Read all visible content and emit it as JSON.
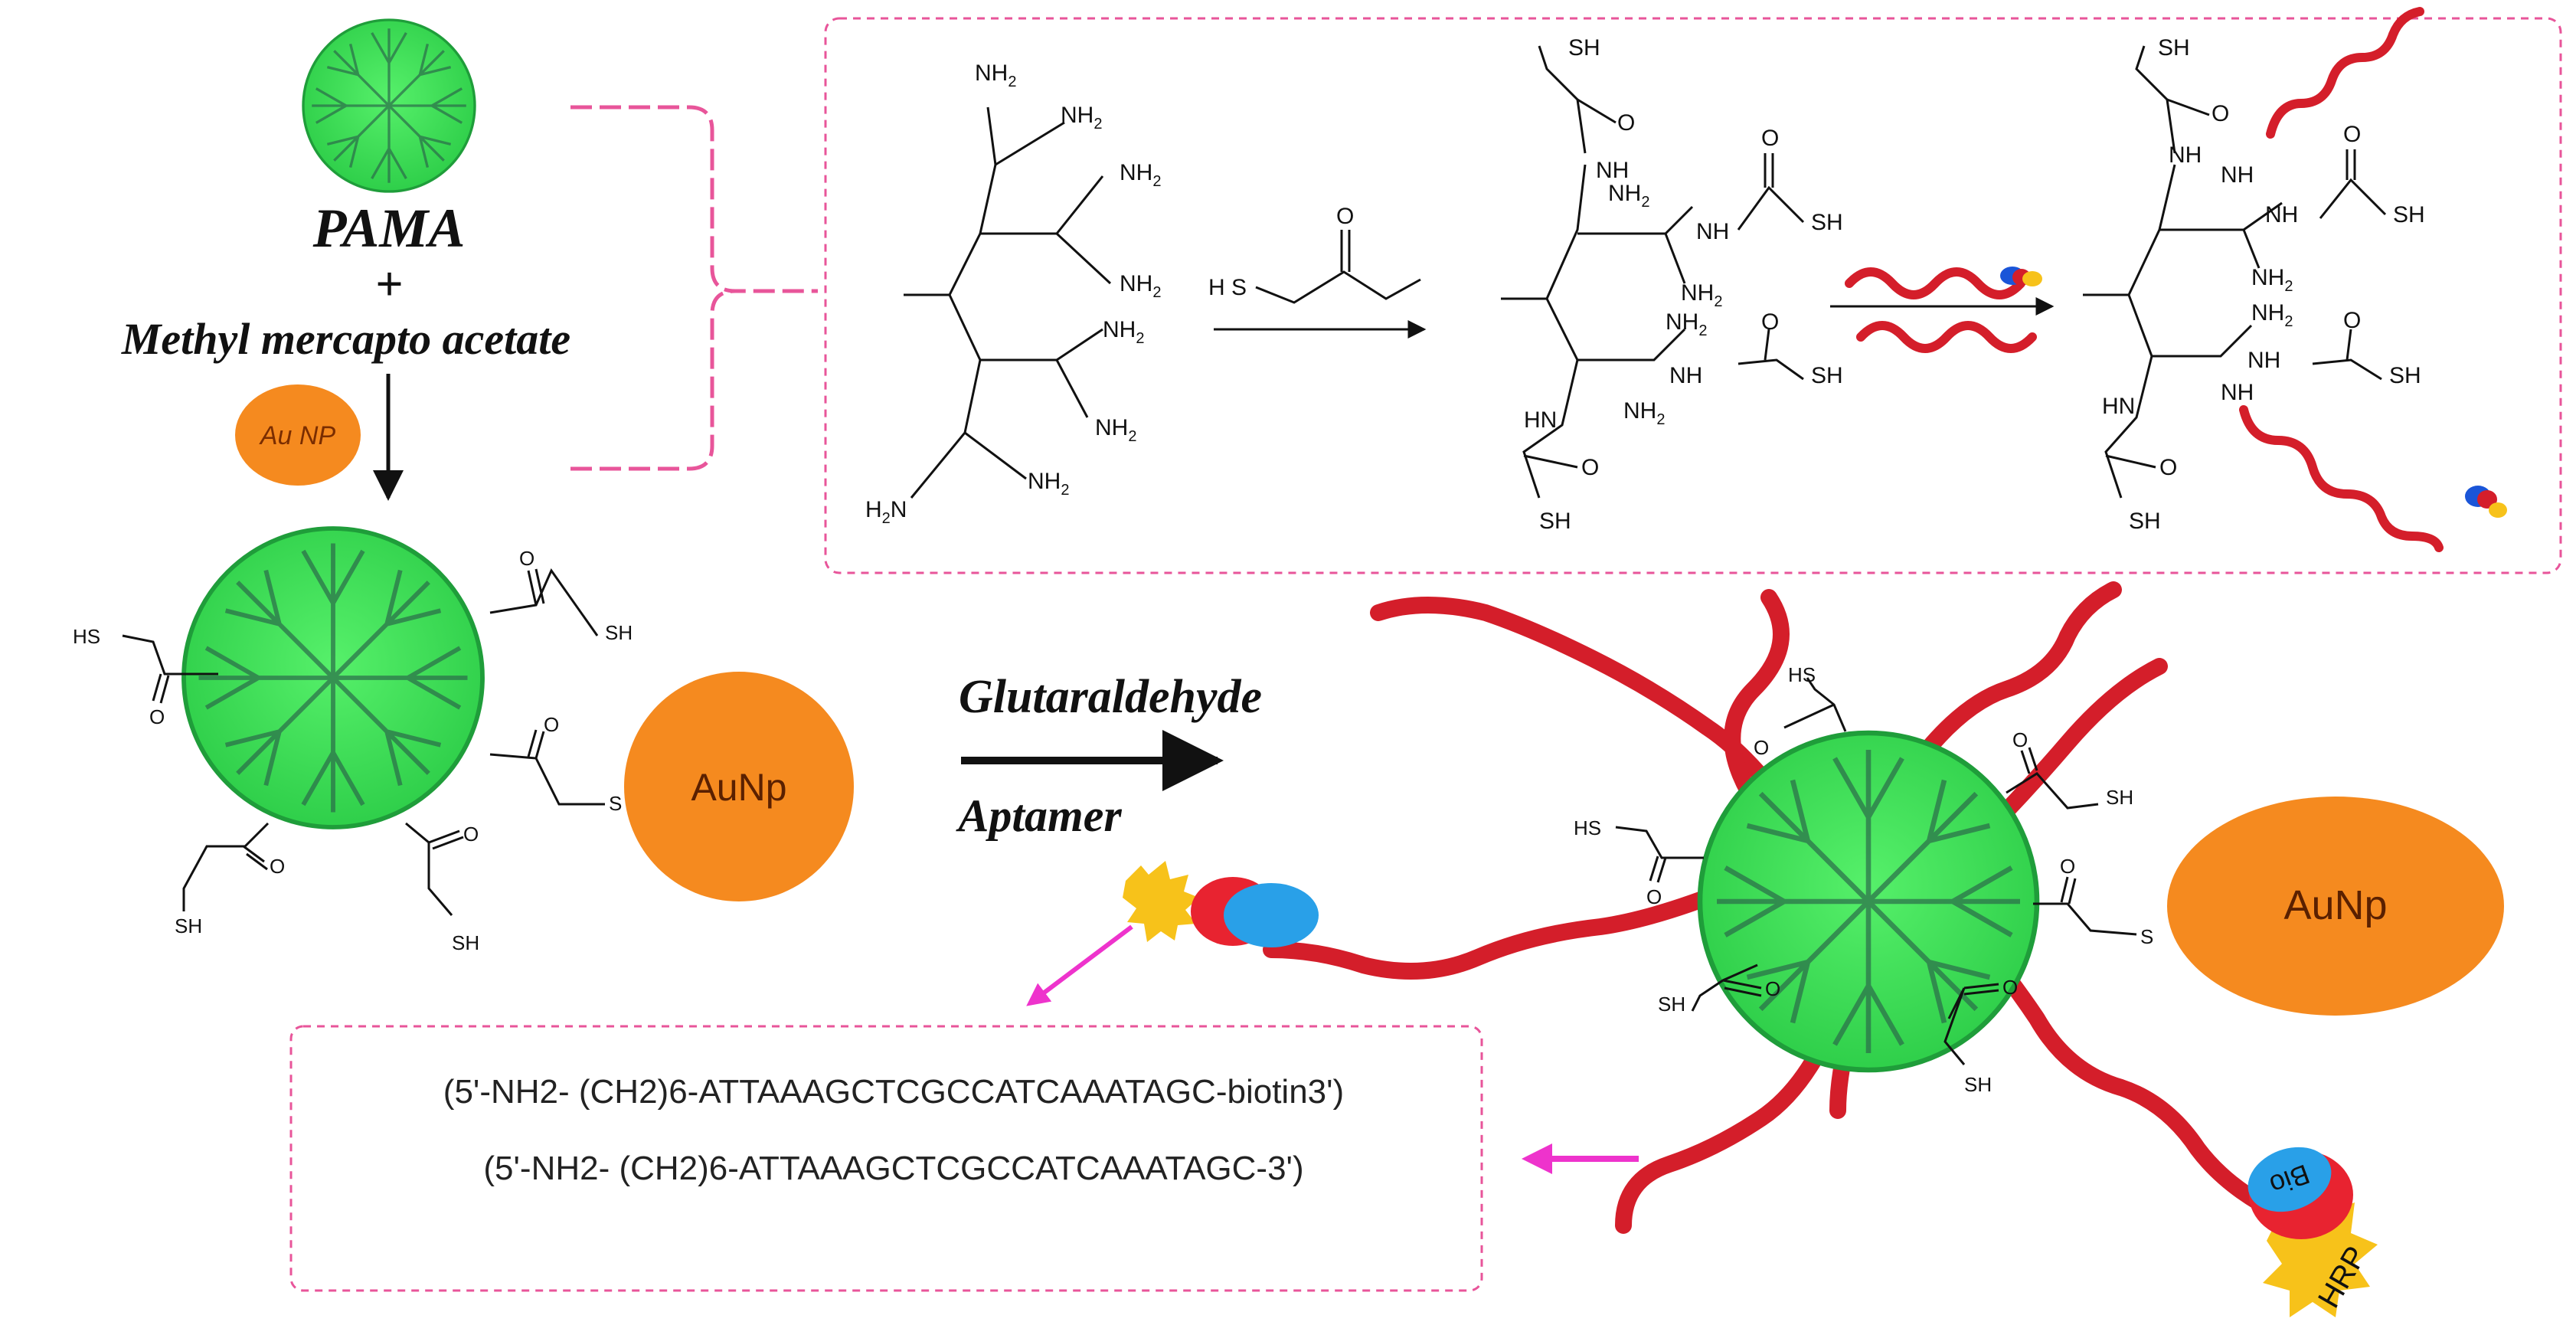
{
  "labels": {
    "pama": "PAMA",
    "plus": "+",
    "methyl": "Methyl mercapto acetate",
    "au_np_small": "Au NP",
    "aunp_mid": "AuNp",
    "aunp_big": "AuNp",
    "glutaraldehyde": "Glutaraldehyde",
    "aptamer": "Aptamer",
    "bio": "Bio",
    "hrp": "HRP"
  },
  "sequences": [
    "(5'-NH2- (CH2)6-ATTAAAGCTCGCCATCAAATAGC-biotin3')",
    "(5'-NH2- (CH2)6-ATTAAAGCTCGCCATCAAATAGC-3')"
  ],
  "chem": {
    "nh2": "NH",
    "sub2": "2",
    "h2n": "H",
    "n": "N",
    "nh": "NH",
    "hn": "HN",
    "sh": "SH",
    "hs": "HS",
    "hs_spaced": "H S",
    "o": "O",
    "s": "S"
  },
  "colors": {
    "dendrimer": "#3fe05a",
    "aunp": "#f58a1f",
    "dna": "#d41e2a",
    "dashed_box": "#e8559a",
    "arrow_magenta": "#ee33cc",
    "bio_blue": "#29a0e8",
    "hrp_yellow": "#f7c21a"
  }
}
